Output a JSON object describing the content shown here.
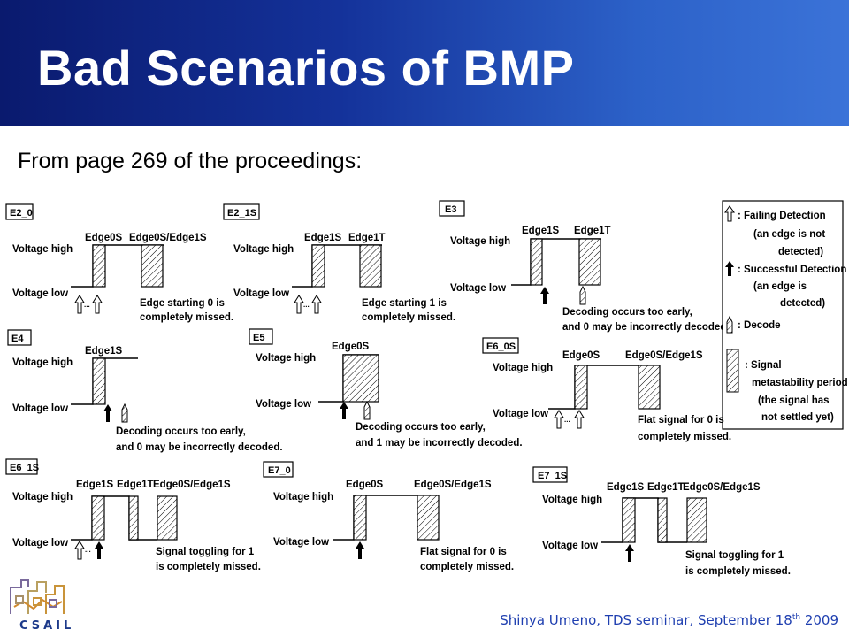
{
  "title": "Bad Scenarios of BMP",
  "subtitle": "From page 269 of the proceedings:",
  "footer": {
    "text": "Shinya Umeno, TDS seminar, September 18",
    "sup": "th",
    "year": " 2009"
  },
  "logo": {
    "text": "CSAIL"
  },
  "labels": {
    "high": "Voltage high",
    "low": "Voltage low"
  },
  "panels": [
    {
      "id": "E2_0",
      "edges": [
        "Edge0S",
        "Edge0S/Edge1S"
      ],
      "notes": [
        "Edge starting 0 is",
        "completely missed."
      ]
    },
    {
      "id": "E2_1S",
      "edges": [
        "Edge1S",
        "Edge1T"
      ],
      "notes": [
        "Edge starting 1 is",
        "completely missed."
      ]
    },
    {
      "id": "E3",
      "edges": [
        "Edge1S",
        "Edge1T"
      ],
      "notes": [
        "Decoding occurs too early,",
        "and 0 may be incorrectly decoded."
      ]
    },
    {
      "id": "E4",
      "edges": [
        "Edge1S"
      ],
      "notes": [
        "Decoding occurs too early,",
        "and 0 may be incorrectly decoded."
      ]
    },
    {
      "id": "E5",
      "edges": [
        "Edge0S"
      ],
      "notes": [
        "Decoding occurs too early,",
        "and 1 may be incorrectly decoded."
      ]
    },
    {
      "id": "E6_0S",
      "edges": [
        "Edge0S",
        "Edge0S/Edge1S"
      ],
      "notes": [
        "Flat signal for 0 is",
        "completely missed."
      ]
    },
    {
      "id": "E6_1S",
      "edges": [
        "Edge1S",
        "Edge1T",
        "Edge0S/Edge1S"
      ],
      "notes": [
        "Signal toggling for 1",
        "is completely missed."
      ]
    },
    {
      "id": "E7_0",
      "edges": [
        "Edge0S",
        "Edge0S/Edge1S"
      ],
      "notes": [
        "Flat signal for 0 is",
        "completely missed."
      ]
    },
    {
      "id": "E7_1S",
      "edges": [
        "Edge1S",
        "Edge1T",
        "Edge0S/Edge1S"
      ],
      "notes": [
        "Signal toggling for 1",
        "is completely missed."
      ]
    }
  ],
  "legend": {
    "failing": [
      ": Failing Detection",
      "(an edge is not",
      "detected)"
    ],
    "successful": [
      ": Successful Detection",
      "(an edge is",
      "detected)"
    ],
    "decode": [
      ": Decode"
    ],
    "signal": [
      ": Signal",
      "metastability period",
      "(the signal has",
      "not settled yet)"
    ]
  }
}
